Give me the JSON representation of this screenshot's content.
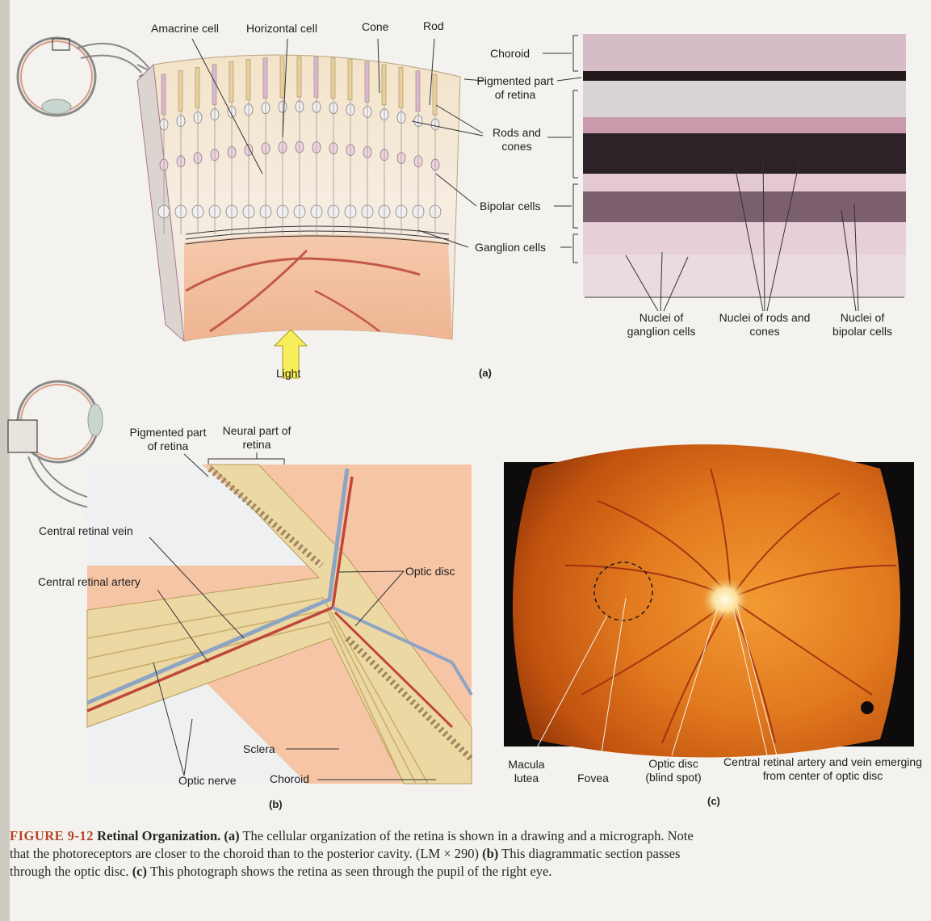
{
  "panel_a": {
    "labels": {
      "amacrine": "Amacrine cell",
      "horizontal": "Horizontal cell",
      "cone": "Cone",
      "rod": "Rod",
      "light": "Light",
      "choroid": "Choroid",
      "pigmented": "Pigmented part of retina",
      "rods_cones": "Rods and cones",
      "bipolar": "Bipolar cells",
      "ganglion": "Ganglion cells",
      "nuclei_ganglion": "Nuclei of ganglion cells",
      "nuclei_rods": "Nuclei of rods and cones",
      "nuclei_bipolar": "Nuclei of bipolar cells",
      "tag": "(a)"
    }
  },
  "panel_b": {
    "labels": {
      "pigmented": "Pigmented part of retina",
      "neural": "Neural part of retina",
      "vein": "Central retinal vein",
      "artery": "Central retinal artery",
      "optic_disc": "Optic disc",
      "sclera": "Sclera",
      "optic_nerve": "Optic nerve",
      "choroid": "Choroid",
      "tag": "(b)"
    }
  },
  "panel_c": {
    "labels": {
      "macula": "Macula lutea",
      "fovea": "Fovea",
      "optic_disc": "Optic disc (blind spot)",
      "artery_vein": "Central retinal artery and vein emerging from center of optic disc",
      "tag": "(c)"
    }
  },
  "caption": {
    "figure": "FIGURE 9-12",
    "title": "Retinal Organization.",
    "a_tag": "(a)",
    "a_text": "The cellular organization of the retina is shown in a drawing and a micrograph. Note that the photoreceptors are closer to the choroid than to the posterior cavity. (LM × 290)",
    "b_tag": "(b)",
    "b_text": "This diagrammatic section passes through the optic disc.",
    "c_tag": "(c)",
    "c_text": "This photograph shows the retina as seen through the pupil of the right eye."
  }
}
